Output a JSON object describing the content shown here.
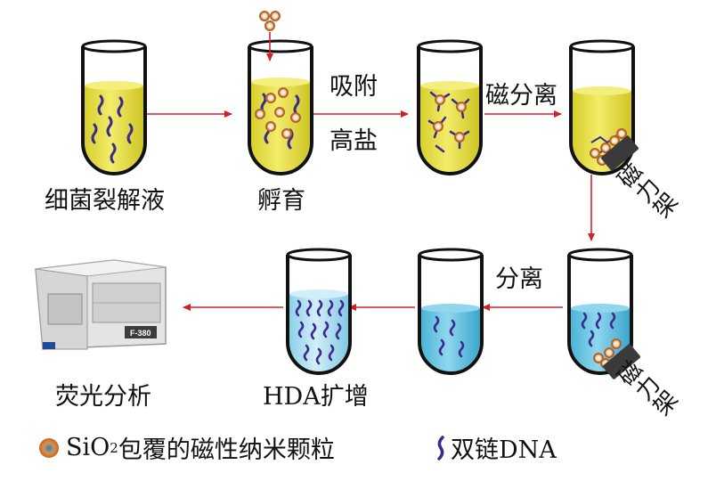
{
  "labels": {
    "lysate": "细菌裂解液",
    "incubate": "孵育",
    "adsorb": "吸附",
    "high_salt": "高盐",
    "mag_sep": "磁分离",
    "rack_top": "磁力架",
    "separate": "分离",
    "rack_bottom": "磁力架",
    "hda": "HDA扩增",
    "fluor": "荧光分析"
  },
  "instrument": {
    "model": "F-380"
  },
  "legend": {
    "particle_prefix": "SiO",
    "particle_sub": "2",
    "particle_suffix": "包覆的磁性纳米颗粒",
    "dna": "双链DNA"
  },
  "colors": {
    "yellow_liquid": "#e8e04a",
    "blue_liquid": "#5fc3e0",
    "light_blue_liquid": "#a8dcef",
    "arrow": "#d0212a",
    "dna": "#3a2a8c",
    "particle": "#c97a3c",
    "magnet": "#3a3a3a"
  }
}
